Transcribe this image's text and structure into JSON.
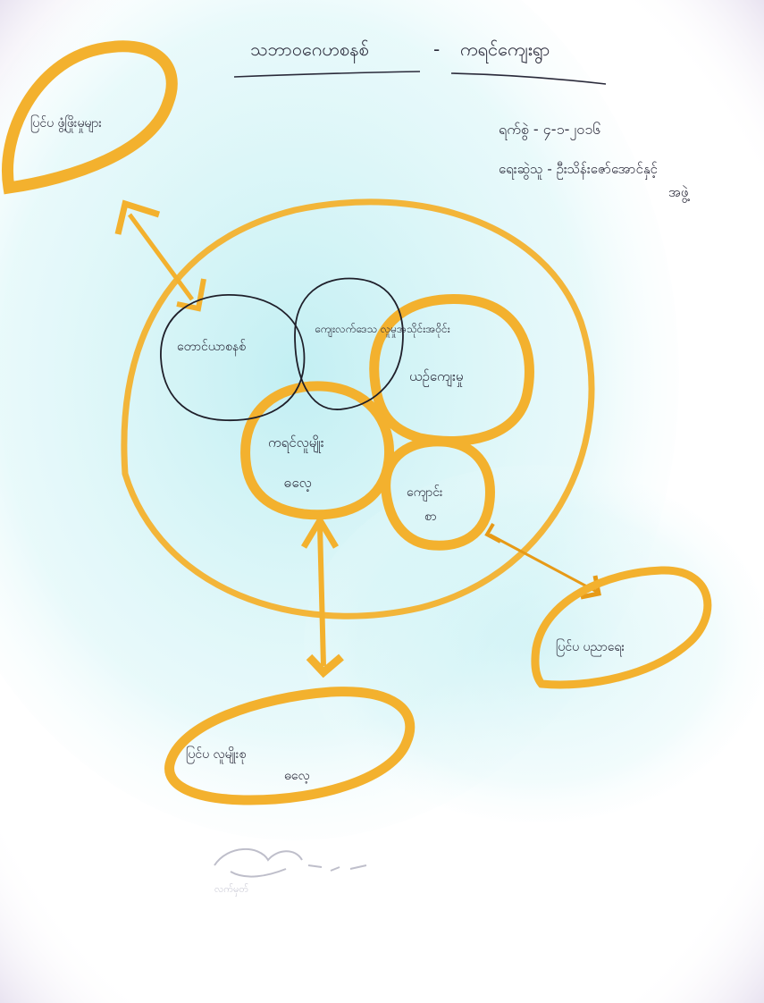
{
  "header": {
    "title_left": "သဘာဝ‌ဂေဟစနစ်",
    "title_right": "ကရင်ကျေးရွာ",
    "date": "ရက်စွဲ - ၄-၁-၂၀၁၆",
    "author_line1": "ရေးဆွဲသူ - ဦးသိန်းဇော်အောင်နှင့်",
    "author_line2": "အဖွဲ့"
  },
  "nodes": {
    "top_left": "ပြင်ပ ဖွံ့ဖြိုးမှုများ",
    "forest": "တောင်ယာစနစ်",
    "community": "ကျေးလက်ဒေသ လူမှုအသိုင်းအဝိုင်း",
    "culture": "ယဉ်ကျေးမှု",
    "center_line1": "ကရင်လူမျိုး",
    "center_line2": "ဓလေ့",
    "small_line1": "ကျောင်း",
    "small_line2": "စာ",
    "bottom_right": "ပြင်ပ ပညာရေး",
    "bottom_line1": "ပြင်ပ လူမျိုးစု",
    "bottom_line2": "ဓလေ့"
  },
  "signature": "လက်မှတ်",
  "colors": {
    "ink": "#2a2a3a",
    "marker": "#f3b12e",
    "marker_dark": "#e79a17",
    "wash": "#c9f0f3"
  }
}
